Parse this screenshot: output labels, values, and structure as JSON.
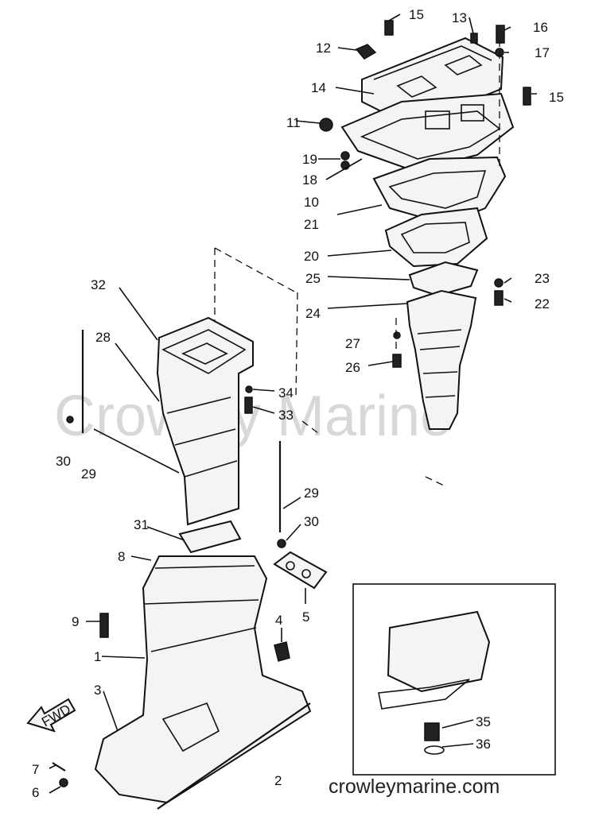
{
  "watermark": "Crowley Marine",
  "site_url": "crowleymarine.com",
  "part_numbers": {
    "p1": "1",
    "p2": "2",
    "p3": "3",
    "p4": "4",
    "p5": "5",
    "p6": "6",
    "p7": "7",
    "p8": "8",
    "p9": "9",
    "p10": "10",
    "p11": "11",
    "p12": "12",
    "p13": "13",
    "p14": "14",
    "p15a": "15",
    "p15b": "15",
    "p16": "16",
    "p17": "17",
    "p18": "18",
    "p19": "19",
    "p20": "20",
    "p21": "21",
    "p22": "22",
    "p23": "23",
    "p24": "24",
    "p25": "25",
    "p26": "26",
    "p27": "27",
    "p28": "28",
    "p29a": "29",
    "p29b": "29",
    "p30a": "30",
    "p30b": "30",
    "p31": "31",
    "p32": "32",
    "p33": "33",
    "p34": "34",
    "p35": "35",
    "p36": "36"
  },
  "fwd_label": "FWD"
}
